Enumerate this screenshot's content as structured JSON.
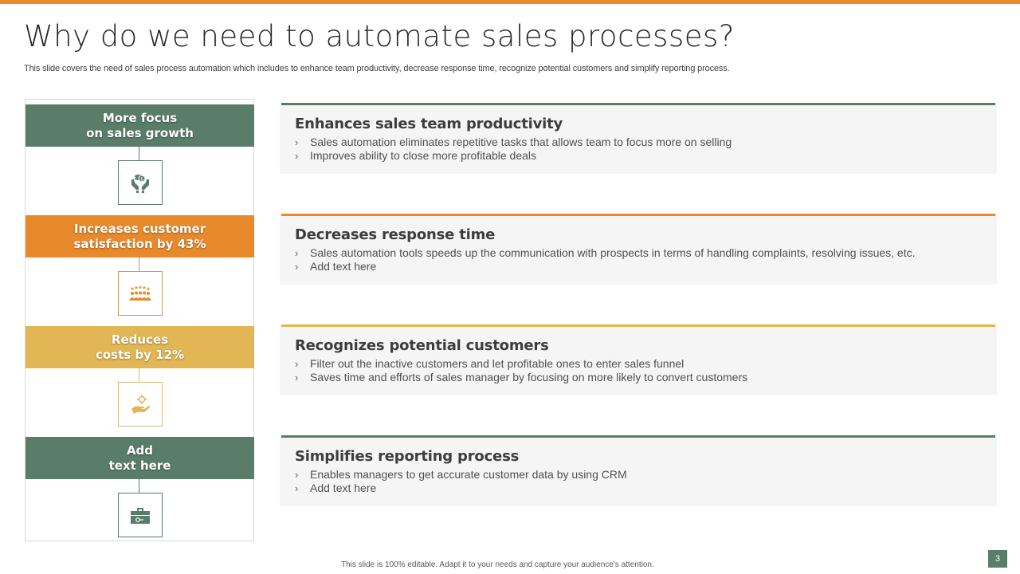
{
  "colors": {
    "accent_orange": "#e8892b",
    "green": "#5a7d6a",
    "gold": "#e2b654",
    "card_bg": "#f5f5f5"
  },
  "header": {
    "title": "Why do we need to automate sales processes?",
    "subtitle": "This slide covers the need of sales process automation which includes to enhance team productivity, decrease response time, recognize potential customers and simplify reporting process."
  },
  "stages": [
    {
      "label": "More focus\non sales growth",
      "icon": "money-hands-icon",
      "color": "#5a7d6a"
    },
    {
      "label": "Increases customer\nsatisfaction by 43%",
      "icon": "customer-rating-icon",
      "color": "#e8892b"
    },
    {
      "label": "Reduces\ncosts by 12%",
      "icon": "hand-gear-icon",
      "color": "#e2b654"
    },
    {
      "label": "Add\ntext here",
      "icon": "toolbox-icon",
      "color": "#5a7d6a"
    }
  ],
  "cards": [
    {
      "title": "Enhances sales team productivity",
      "accent": "#5a7d6a",
      "bullets": [
        "Sales automation eliminates repetitive tasks that allows team to focus more on selling",
        "Improves ability to close more profitable deals"
      ]
    },
    {
      "title": "Decreases response time",
      "accent": "#e8892b",
      "bullets": [
        "Sales automation tools speeds up the communication with prospects in terms of handling complaints, resolving issues, etc.",
        "Add text here"
      ]
    },
    {
      "title": "Recognizes potential customers",
      "accent": "#e2b654",
      "bullets": [
        "Filter out the inactive customers and let profitable ones to enter sales funnel",
        "Saves time and efforts of sales manager by focusing on more likely to convert customers"
      ]
    },
    {
      "title": "Simplifies reporting process",
      "accent": "#5a7d6a",
      "bullets": [
        "Enables managers to get accurate customer data by using CRM",
        "Add text here"
      ]
    }
  ],
  "bullet_glyph": "›",
  "footer": {
    "note": "This slide is 100% editable. Adapt it to your needs and capture your audience's attention.",
    "page_number": "3"
  }
}
